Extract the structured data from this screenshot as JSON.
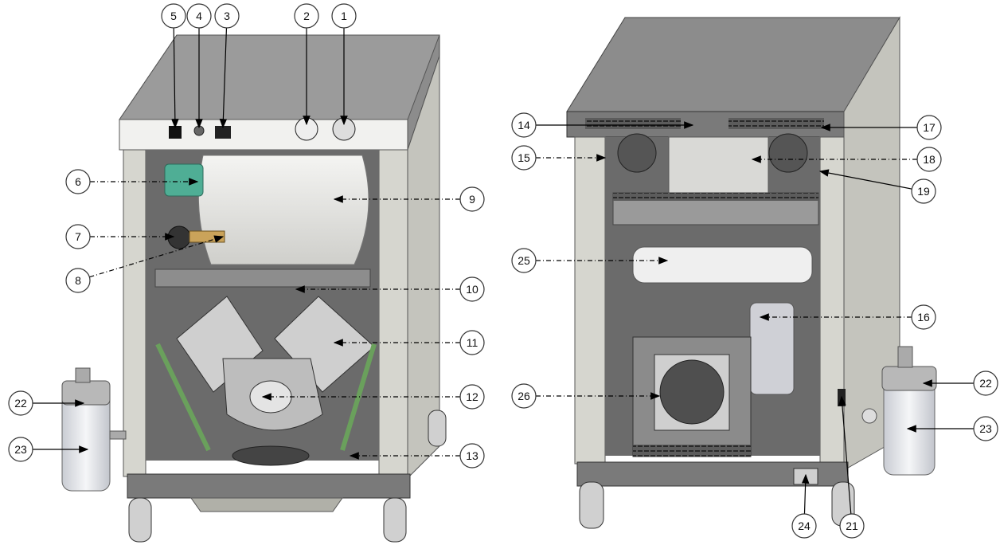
{
  "diagram": {
    "views": [
      "front",
      "rear"
    ],
    "callouts": [
      {
        "id": "1",
        "label": "1"
      },
      {
        "id": "2",
        "label": "2"
      },
      {
        "id": "3",
        "label": "3"
      },
      {
        "id": "4",
        "label": "4"
      },
      {
        "id": "5",
        "label": "5"
      },
      {
        "id": "6",
        "label": "6"
      },
      {
        "id": "7",
        "label": "7"
      },
      {
        "id": "8",
        "label": "8"
      },
      {
        "id": "9",
        "label": "9"
      },
      {
        "id": "10",
        "label": "10"
      },
      {
        "id": "11",
        "label": "11"
      },
      {
        "id": "12",
        "label": "12"
      },
      {
        "id": "13",
        "label": "13"
      },
      {
        "id": "14",
        "label": "14"
      },
      {
        "id": "15",
        "label": "15"
      },
      {
        "id": "16",
        "label": "16"
      },
      {
        "id": "17",
        "label": "17"
      },
      {
        "id": "18",
        "label": "18"
      },
      {
        "id": "19",
        "label": "19"
      },
      {
        "id": "21",
        "label": "21"
      },
      {
        "id": "22a",
        "label": "22"
      },
      {
        "id": "22b",
        "label": "22"
      },
      {
        "id": "23a",
        "label": "23"
      },
      {
        "id": "23b",
        "label": "23"
      },
      {
        "id": "24",
        "label": "24"
      },
      {
        "id": "25",
        "label": "25"
      },
      {
        "id": "26",
        "label": "26"
      }
    ]
  },
  "colors": {
    "cabinet_top": "#8a8a8a",
    "cabinet_frame": "#c9c9c2",
    "interior": "#6f6f6f",
    "tank": "#e9e9e6",
    "belt": "#6aa05c",
    "valve": "#56b39a",
    "fan_box": "#8b8b8b"
  }
}
